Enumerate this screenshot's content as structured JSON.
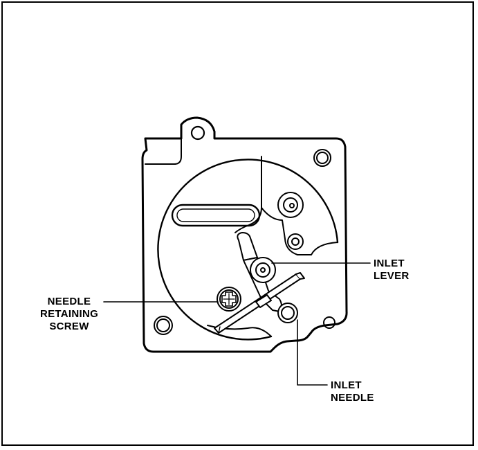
{
  "callouts": {
    "needle_retaining_screw": [
      "NEEDLE",
      "RETAINING",
      "SCREW"
    ],
    "inlet_lever": [
      "INLET",
      "LEVER"
    ],
    "inlet_needle": [
      "INLET",
      "NEEDLE"
    ]
  },
  "colors": {
    "ink": "#000000",
    "paper": "#ffffff"
  }
}
